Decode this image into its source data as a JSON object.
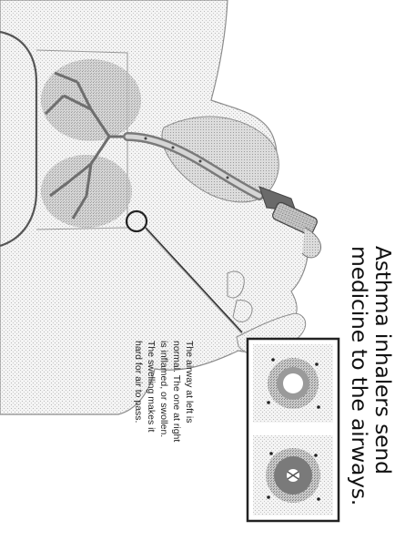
{
  "headline": {
    "line1": "Asthma inhalers send",
    "line2": "medicine to the airways."
  },
  "caption": {
    "lines": [
      "The airway at left is",
      "normal. The one at right",
      "is inflamed, or swollen.",
      "The swelling makes it",
      "hard for air to pass."
    ]
  },
  "icons": {
    "figure": "person-using-inhaler",
    "inset": "airway-cross-sections"
  }
}
